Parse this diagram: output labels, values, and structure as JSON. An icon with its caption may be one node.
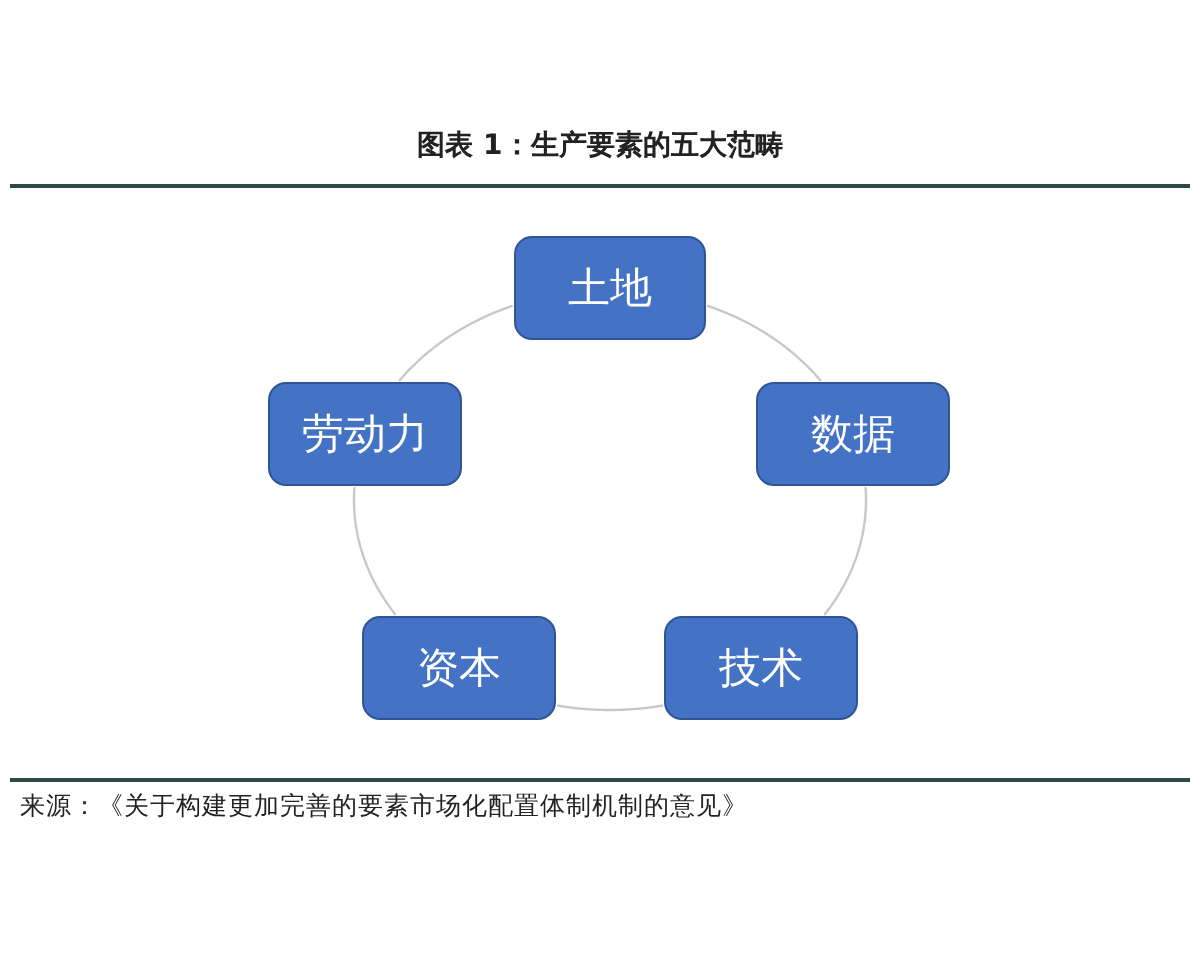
{
  "diagram": {
    "title": "图表 1：生产要素的五大范畴",
    "nodes": [
      {
        "text": [
          "土地"
        ]
      },
      {
        "text": [
          "劳动力"
        ]
      },
      {
        "text": [
          "数据"
        ]
      },
      {
        "text": [
          "资本"
        ]
      },
      {
        "text": [
          "技术"
        ]
      }
    ],
    "edges": [
      {
        "from": 0,
        "to": 2,
        "arrow": "none"
      },
      {
        "from": 2,
        "to": 4,
        "arrow": "none"
      },
      {
        "from": 4,
        "to": 3,
        "arrow": "none"
      },
      {
        "from": 3,
        "to": 1,
        "arrow": "none"
      },
      {
        "from": 1,
        "to": 0,
        "arrow": "none"
      }
    ],
    "labels": [
      "来源：《关于构建更加完善的要素市场化配置体制机制的意见》"
    ]
  }
}
